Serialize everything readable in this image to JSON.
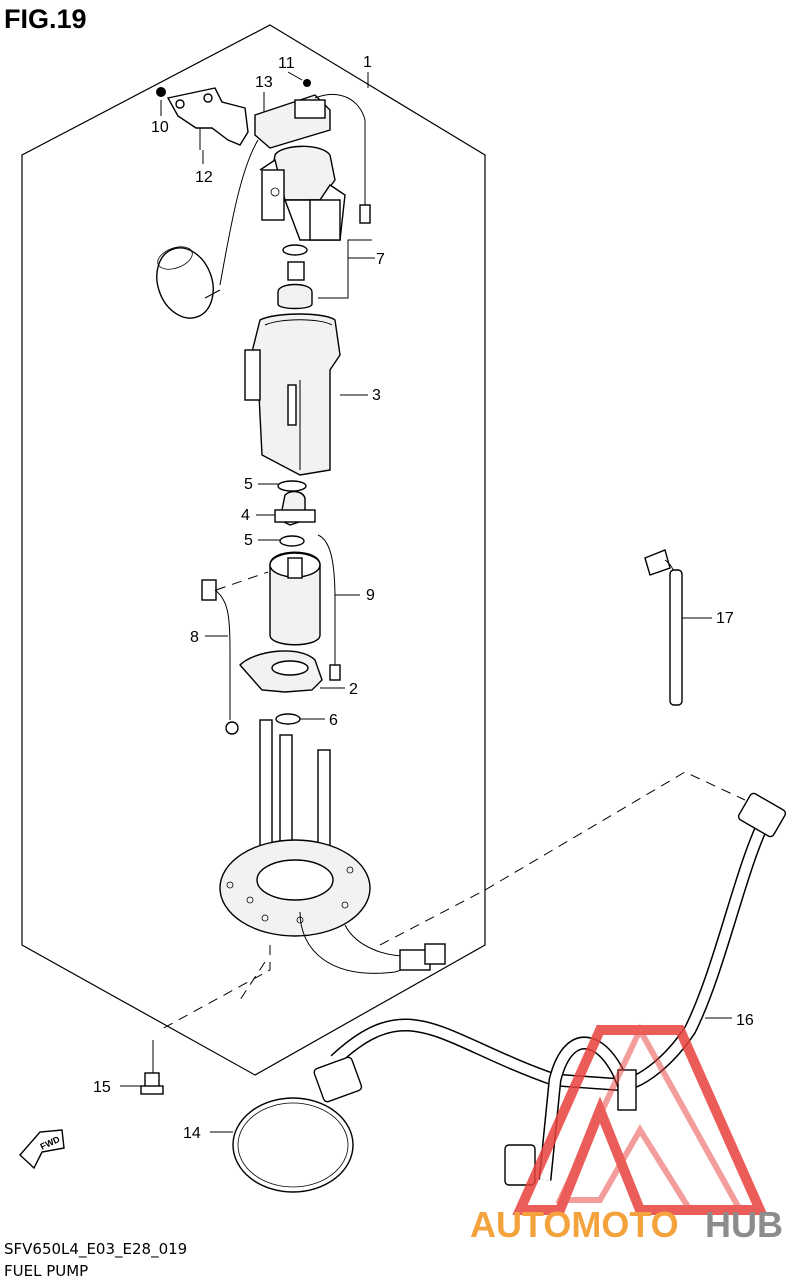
{
  "title": "FIG.19",
  "footer": {
    "code": "SFV650L4_E03_E28_019",
    "name": "FUEL PUMP"
  },
  "callouts": [
    {
      "id": "1",
      "label": "1"
    },
    {
      "id": "2",
      "label": "2"
    },
    {
      "id": "3",
      "label": "3"
    },
    {
      "id": "4",
      "label": "4"
    },
    {
      "id": "5a",
      "label": "5"
    },
    {
      "id": "5b",
      "label": "5"
    },
    {
      "id": "6",
      "label": "6"
    },
    {
      "id": "7",
      "label": "7"
    },
    {
      "id": "8",
      "label": "8"
    },
    {
      "id": "9",
      "label": "9"
    },
    {
      "id": "10",
      "label": "10"
    },
    {
      "id": "11",
      "label": "11"
    },
    {
      "id": "12",
      "label": "12"
    },
    {
      "id": "13",
      "label": "13"
    },
    {
      "id": "14",
      "label": "14"
    },
    {
      "id": "15",
      "label": "15"
    },
    {
      "id": "16",
      "label": "16"
    },
    {
      "id": "17",
      "label": "17"
    }
  ],
  "fwd_arrow": {
    "label": "FWD",
    "icon": "fwd-arrow-icon"
  },
  "watermark": {
    "part1": "AUTOMOTO",
    "part2": "HUB",
    "colors": {
      "red": "#e8413c",
      "orange": "#f4a23c",
      "gray": "#8c8c8c"
    }
  }
}
